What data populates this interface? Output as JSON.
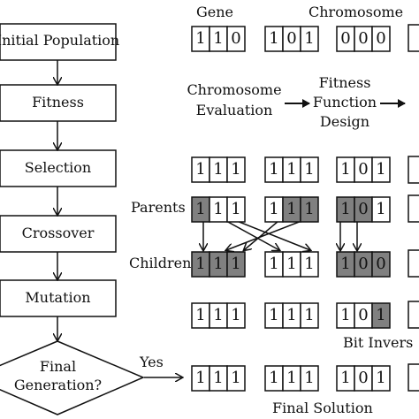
{
  "flowchart": {
    "steps": [
      "Initial Population",
      "Fitness",
      "Selection",
      "Crossover",
      "Mutation"
    ],
    "decision": [
      "Final",
      "Generation?"
    ],
    "yes_label": "Yes"
  },
  "legend": {
    "gene_label": "Gene",
    "chromosome_label": "Chromosome"
  },
  "fitness_row": {
    "chromosome_evaluation": [
      "Chromosome",
      "Evaluation"
    ],
    "fitness_function_design": [
      "Fitness",
      "Function",
      "Design"
    ]
  },
  "labels": {
    "parents": "Parents",
    "children": "Children",
    "bit_inversion": "Bit Invers",
    "final_solution": "Final Solution"
  },
  "rows": {
    "initial": [
      [
        "1",
        "1",
        "0"
      ],
      [
        "1",
        "0",
        "1"
      ],
      [
        "0",
        "0",
        "0"
      ]
    ],
    "selection": [
      [
        "1",
        "1",
        "1"
      ],
      [
        "1",
        "1",
        "1"
      ],
      [
        "1",
        "0",
        "1"
      ]
    ],
    "parents": [
      [
        "1",
        "1",
        "1"
      ],
      [
        "1",
        "1",
        "1"
      ],
      [
        "1",
        "0",
        "1"
      ]
    ],
    "children": [
      [
        "1",
        "1",
        "1"
      ],
      [
        "1",
        "1",
        "1"
      ],
      [
        "1",
        "0",
        "0"
      ]
    ],
    "mutation": [
      [
        "1",
        "1",
        "1"
      ],
      [
        "1",
        "1",
        "1"
      ],
      [
        "1",
        "0",
        "1"
      ]
    ],
    "final": [
      [
        "1",
        "1",
        "1"
      ],
      [
        "1",
        "1",
        "1"
      ],
      [
        "1",
        "0",
        "1"
      ]
    ]
  },
  "shading": {
    "parents": [
      [
        true,
        false,
        false
      ],
      [
        false,
        true,
        true
      ],
      [
        true,
        true,
        false
      ]
    ],
    "children": [
      [
        true,
        true,
        true
      ],
      [
        false,
        false,
        false
      ],
      [
        true,
        true,
        true
      ]
    ],
    "mutation": [
      [
        false,
        false,
        false
      ],
      [
        false,
        false,
        false
      ],
      [
        false,
        false,
        true
      ]
    ]
  },
  "colors": {
    "stroke": "#111111",
    "shaded_cell": "#808080",
    "background": "#ffffff"
  }
}
